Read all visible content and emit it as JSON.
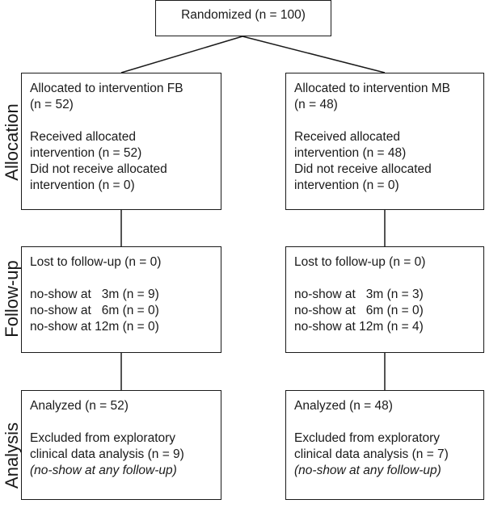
{
  "randomized": {
    "label": "Randomized (n = 100)"
  },
  "stages": {
    "allocation": "Allocation",
    "followup": "Follow-up",
    "analysis": "Analysis"
  },
  "fb": {
    "allocation": {
      "line1": "Allocated to intervention FB",
      "line2": "(n = 52)",
      "line3": "Received allocated",
      "line4": "intervention (n = 52)",
      "line5": "Did not receive allocated",
      "line6": "intervention (n = 0)"
    },
    "followup": {
      "line1": "Lost to follow-up (n = 0)",
      "line2": "no-show at   3m (n = 9)",
      "line3": "no-show at   6m (n = 0)",
      "line4": "no-show at 12m (n = 0)"
    },
    "analysis": {
      "line1": "Analyzed (n = 52)",
      "line2": "Excluded from exploratory",
      "line3": "clinical data analysis (n = 9)",
      "line4": "(no-show at any follow-up)"
    }
  },
  "mb": {
    "allocation": {
      "line1": "Allocated to intervention MB",
      "line2": "(n = 48)",
      "line3": "Received allocated",
      "line4": "intervention (n = 48)",
      "line5": "Did not receive allocated",
      "line6": "intervention (n = 0)"
    },
    "followup": {
      "line1": "Lost to follow-up (n = 0)",
      "line2": "no-show at   3m (n = 3)",
      "line3": "no-show at   6m (n = 0)",
      "line4": "no-show at 12m (n = 4)"
    },
    "analysis": {
      "line1": "Analyzed (n = 48)",
      "line2": "Excluded from exploratory",
      "line3": "clinical data analysis (n = 7)",
      "line4": "(no-show at any follow-up)"
    }
  }
}
